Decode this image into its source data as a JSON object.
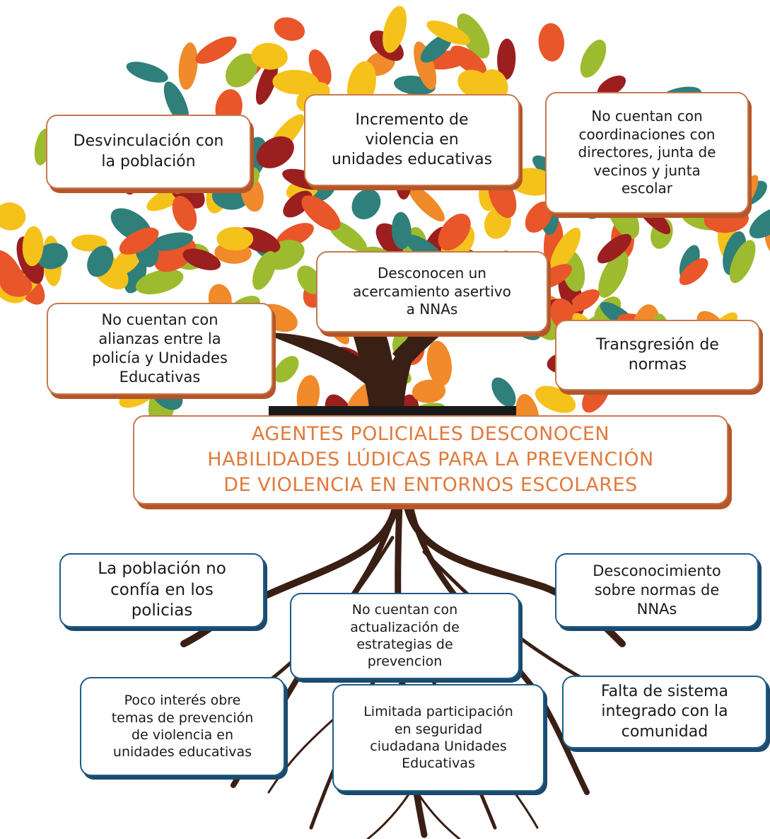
{
  "problem": "AGENTES POLICIALES DESCONOCEN\nHABILIDADES LÚDICAS PARA LA PREVENCIÓN\nDE VIOLENCIA EN ENTORNOS ESCOLARES",
  "effects": [
    "Desvinculación con\nla población",
    "Incremento de\nviolencia en\nunidades educativas",
    "No cuentan con\ncoordinaciones con\ndirectores, junta de\nvecinos y junta\nescolar",
    "Desconocen un\nacercamiento asertivo\na NNAs",
    "No cuentan con\nalianzas entre la\npolicía y Unidades\nEducativas",
    "Transgresión de\nnormas"
  ],
  "causes": [
    "La población no\nconfía en los\npolicias",
    "Desconocimiento\nsobre normas de\nNNAs",
    "No cuentan con\nactualización de\nestrategias de\nprevencion",
    "Poco interés obre\ntemas de prevención\nde violencia en\nunidades educativas",
    "Limitada  participación\nen seguridad\nciudadana Unidades\nEducativas",
    "Falta de sistema\nintegrado con la\ncomunidad"
  ],
  "colors": {
    "effect_border": "#c8794e",
    "effect_shadow": "#b4562a",
    "cause_border": "#1f5d86",
    "cause_shadow": "#1b4a6e",
    "problem_text": "#e07a3c",
    "trunk": "#3a1f14",
    "leaf_palette": [
      "#e8562a",
      "#f08a2a",
      "#f5c21b",
      "#9dbb2e",
      "#2f7f7a",
      "#9b1f1f"
    ]
  }
}
